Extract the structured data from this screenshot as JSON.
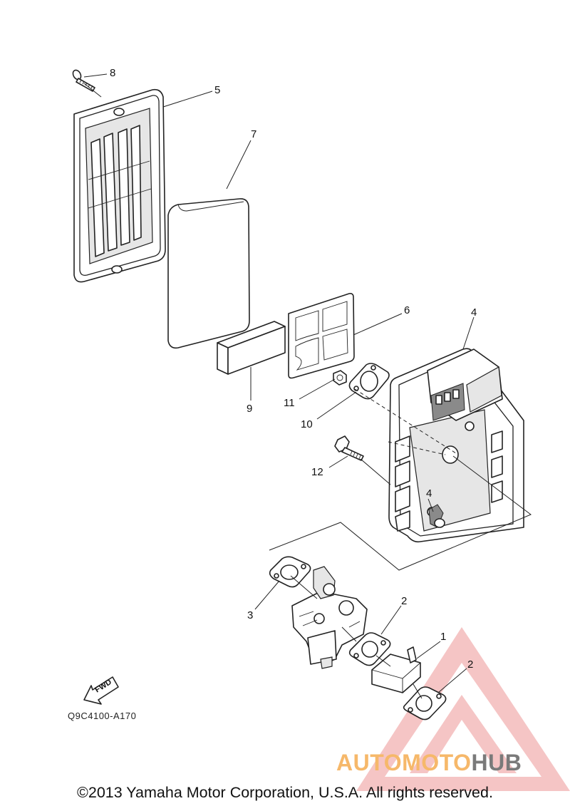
{
  "callouts": [
    {
      "id": "8",
      "label": "8"
    },
    {
      "id": "5",
      "label": "5"
    },
    {
      "id": "7",
      "label": "7"
    },
    {
      "id": "6",
      "label": "6"
    },
    {
      "id": "4a",
      "label": "4"
    },
    {
      "id": "9",
      "label": "9"
    },
    {
      "id": "11",
      "label": "11"
    },
    {
      "id": "10",
      "label": "10"
    },
    {
      "id": "12",
      "label": "12"
    },
    {
      "id": "4b",
      "label": "4"
    },
    {
      "id": "3",
      "label": "3"
    },
    {
      "id": "2a",
      "label": "2"
    },
    {
      "id": "1",
      "label": "1"
    },
    {
      "id": "2b",
      "label": "2"
    }
  ],
  "fwd_label": "FWD",
  "reference_code": "Q9C4100-A170",
  "copyright": "©2013 Yamaha Motor Corporation, U.S.A. All rights reserved.",
  "watermark": {
    "part1": "AUTOMOTO",
    "part2": "HUB",
    "color_main": "#f0a9a9",
    "color_orange": "#f6b86a",
    "color_dark": "#7a7a7a"
  }
}
